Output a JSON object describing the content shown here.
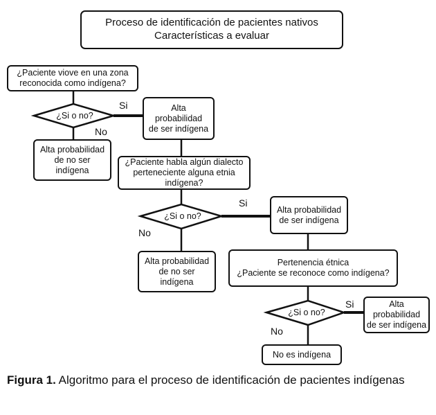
{
  "title": {
    "line1": "Proceso de identificación de pacientes nativos",
    "line2": "Características a evaluar"
  },
  "q1": {
    "line1": "¿Paciente viove en una zona",
    "line2": "reconocida como indígena?"
  },
  "d1": {
    "text": "¿Si o no?",
    "yes": "Si",
    "no": "No"
  },
  "r1_yes": {
    "line1": "Alta",
    "line2": "probabilidad",
    "line3": "de ser indígena"
  },
  "r1_no": {
    "line1": "Alta probabilidad",
    "line2": "de no ser",
    "line3": "indígena"
  },
  "q2": {
    "line1": "¿Paciente habla algún dialecto",
    "line2": "perteneciente alguna etnia",
    "line3": "indígena?"
  },
  "d2": {
    "text": "¿Si o no?",
    "yes": "Si",
    "no": "No"
  },
  "r2_yes": {
    "line1": "Alta probabilidad",
    "line2": "de ser indígena"
  },
  "r2_no": {
    "line1": "Alta probabilidad",
    "line2": "de no ser",
    "line3": "indígena"
  },
  "q3": {
    "line1": "Pertenencia étnica",
    "line2": "¿Paciente se reconoce como indígena?"
  },
  "d3": {
    "text": "¿Si o no?",
    "yes": "Si",
    "no": "No"
  },
  "r3_yes": {
    "line1": "Alta",
    "line2": "probabilidad",
    "line3": "de ser indígena"
  },
  "r3_no": {
    "text": "No es indígena"
  },
  "caption": {
    "label": "Figura 1.",
    "text": "Algoritmo para el proceso de identificación de pacientes indígenas"
  }
}
